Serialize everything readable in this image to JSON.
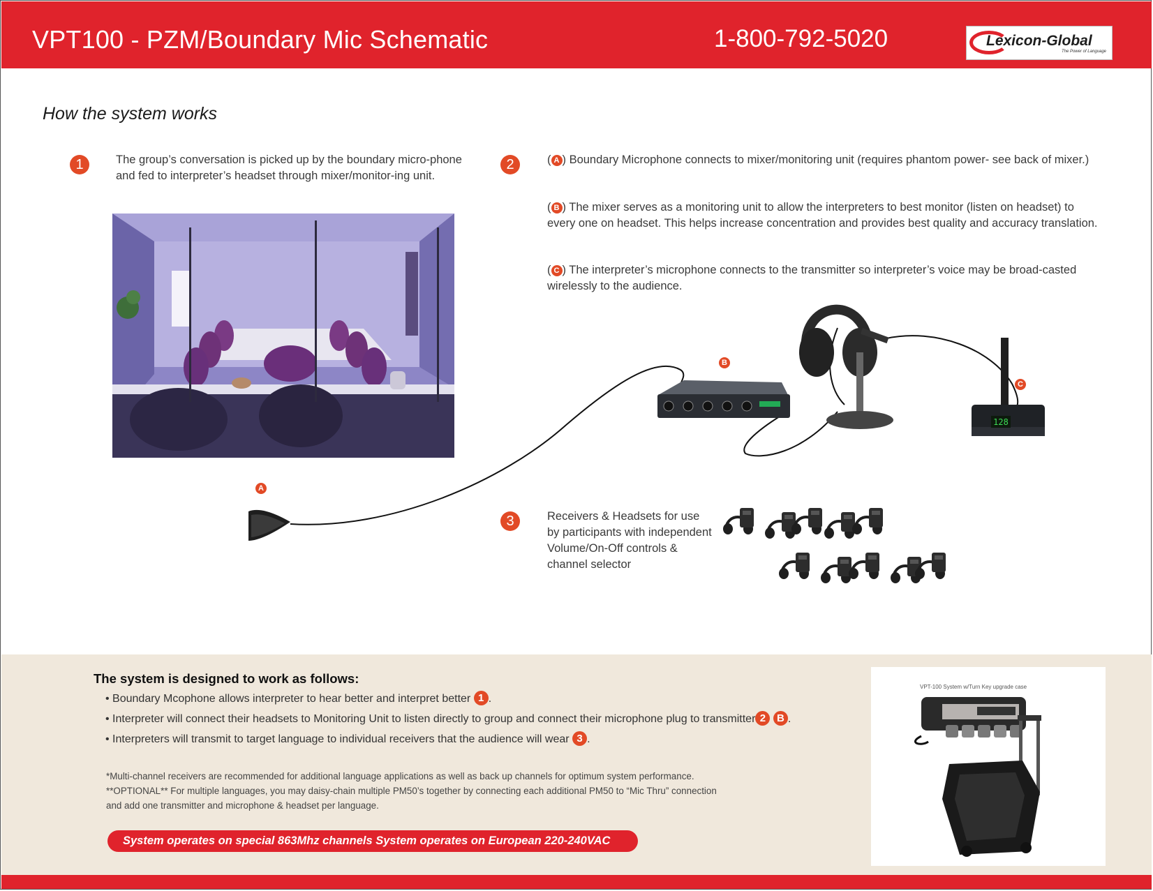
{
  "header": {
    "title": "VPT100 - PZM/Boundary Mic Schematic",
    "phone": "1-800-792-5020",
    "logo_text": "Lexicon-Global",
    "logo_tagline": "The Power of Language"
  },
  "section_title": "How the system works",
  "steps": [
    {
      "number": "1",
      "text": "The group’s conversation is picked up by the boundary micro-phone and fed to interpreter’s headset through mixer/monitor-ing unit."
    },
    {
      "number": "2",
      "items": [
        {
          "badge": "A",
          "text": ") Boundary Microphone connects to mixer/monitoring unit (requires phantom power- see back of mixer.)"
        },
        {
          "badge": "B",
          "text": ") The mixer serves as a monitoring unit to allow the interpreters to best monitor (listen on headset) to every one on headset.  This helps increase concentration and provides best quality and accuracy translation."
        },
        {
          "badge": "C",
          "text": ") The interpreter’s microphone connects to the transmitter so interpreter’s voice may be broad-casted wirelessly to the audience."
        }
      ]
    },
    {
      "number": "3",
      "text": "Receivers &  Headsets for use by  participants with independent Volume/On-Off controls & channel selector"
    }
  ],
  "diagram_labels": {
    "a": "A",
    "b": "B",
    "c": "C",
    "receiver_display": "128"
  },
  "follows": {
    "title": "The system is designed to work as follows:",
    "bullets": [
      {
        "text": "• Boundary Mcophone allows interpreter to hear better and interpret better",
        "badges": [
          "1"
        ],
        "end": "."
      },
      {
        "text": "• Interpreter will connect their headsets to Monitoring Unit to listen directly to group and connect their microphone plug to transmitter",
        "badges": [
          "2",
          "B"
        ],
        "end": "."
      },
      {
        "text": "• Interpreters will  transmit to target language to individual receivers  that the audience will wear",
        "badges": [
          "3"
        ],
        "end": "."
      }
    ],
    "notes": [
      "*Multi-channel receivers are recommended for additional language applications as well as back up channels for optimum system performance.",
      "**OPTIONAL** For multiple languages, you may daisy-chain multiple PM50’s together by connecting each additional PM50 to “Mic Thru” connection",
      "and add one transmitter and microphone & headset per language."
    ],
    "banner": "System operates on special 863Mhz channels System operates on European 220-240VAC"
  },
  "case_caption": "VPT-100 System w/Turn Key upgrade case",
  "colors": {
    "brand_red": "#e0232c",
    "badge_orange": "#e24a26",
    "panel_beige": "#f0e8dc"
  }
}
